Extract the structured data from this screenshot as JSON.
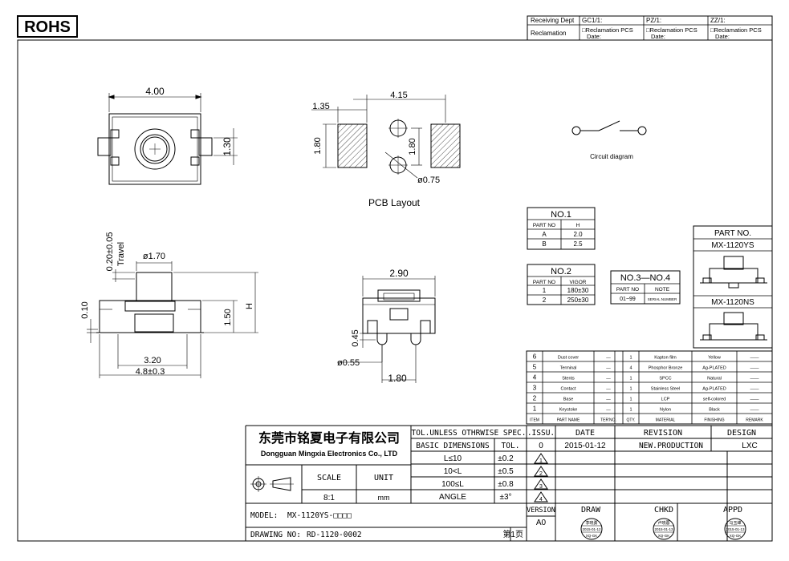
{
  "rohs": "ROHS",
  "receiving": {
    "dept_label": "Receiving Dept",
    "gc": "GC1/1:",
    "pz": "PZ/1:",
    "zz": "ZZ/1:",
    "reclamation_label": "Reclamation",
    "recl_pcs": "□Reclamation  PCS",
    "recl_date": "Date:"
  },
  "dims_top": {
    "width": "4.00",
    "height": "1.30"
  },
  "pcb": {
    "w1": "1.35",
    "w2": "4.15",
    "h1": "1.80",
    "h2": "1.80",
    "dia": "ø0.75",
    "caption": "PCB Layout"
  },
  "circuit_caption": "Circuit diagram",
  "side": {
    "travel": "Travel",
    "stroke": "0.20±0.05",
    "dia": "ø1.70",
    "h010": "0.10",
    "h150": "1.50",
    "h": "H",
    "w320": "3.20",
    "w48": "4.8±0.3"
  },
  "front": {
    "w290": "2.90",
    "h045": "0.45",
    "dia055": "ø0.55",
    "w180": "1.80"
  },
  "no1": {
    "title": "NO.1",
    "headers": [
      "PART NO",
      "H"
    ],
    "rows": [
      [
        "A",
        "2.0"
      ],
      [
        "B",
        "2.5"
      ]
    ]
  },
  "no2": {
    "title": "NO.2",
    "headers": [
      "PART NO",
      "VIGOR"
    ],
    "rows": [
      [
        "1",
        "180±30"
      ],
      [
        "2",
        "250±30"
      ]
    ]
  },
  "no34": {
    "title": "NO.3—NO.4",
    "headers": [
      "PART NO",
      "NOTE"
    ],
    "rows": [
      [
        "01~99",
        "SERIAL NUMBER"
      ]
    ]
  },
  "partno": {
    "title": "PART NO.",
    "p1": "MX-1120YS",
    "p2": "MX-1120NS"
  },
  "bom": {
    "rows": [
      [
        "6",
        "Dust cover",
        "—",
        "1",
        "Kapton film",
        "Yellow",
        "——"
      ],
      [
        "5",
        "Terminal",
        "—",
        "4",
        "Phosphor Bronze",
        "Ag-PLATED",
        "——"
      ],
      [
        "4",
        "Stents",
        "—",
        "1",
        "SPCC",
        "Natural",
        "——"
      ],
      [
        "3",
        "Contact",
        "—",
        "1",
        "Stainless Steel",
        "Ag-PLATED",
        "——"
      ],
      [
        "2",
        "Base",
        "—",
        "1",
        "LCP",
        "self-colored",
        "——"
      ],
      [
        "1",
        "Keystoke",
        "—",
        "1",
        "Nylon",
        "Black",
        "——"
      ]
    ],
    "headers": [
      "ITEM",
      "PART NAME",
      "TER'NO.",
      "QTY.",
      "MATERIAL",
      "FINISHING",
      "REMARK"
    ]
  },
  "title_block": {
    "company_cn": "东莞市铭夏电子有限公司",
    "company_en": "Dongguan Mingxia Electronics Co., LTD",
    "tol_unless": "TOL.UNLESS OTHRWISE SPEC.",
    "basic_dim": "BASIC DIMENSIONS",
    "tol": "TOL.",
    "tol_rows": [
      [
        "L≤10",
        "±0.2"
      ],
      [
        "10<L",
        "±0.5"
      ],
      [
        "100≤L",
        "±0.8"
      ],
      [
        "ANGLE",
        "±3°"
      ]
    ],
    "issu": ".ISSU.",
    "date": "DATE",
    "revision": "REVISION",
    "design": "DESIGN",
    "rev_row": [
      "0",
      "2015-01-12",
      "NEW.PRODUCTION",
      "LXC"
    ],
    "tri_labels": [
      "1",
      "2",
      "3",
      "4"
    ],
    "scale": "SCALE",
    "unit": "UNIT",
    "scale_val": "8:1",
    "unit_val": "mm",
    "version": "VERSION",
    "version_val": "A0",
    "draw": "DRAW",
    "chkd": "CHKD",
    "appd": "APPD",
    "model_label": "MODEL:",
    "model_val": "MX-1120YS-□□□□",
    "drawing_label": "DRAWING NO:",
    "drawing_val": "RD-1120-0002",
    "page": "第1页",
    "stamps": [
      {
        "name": "李晓勇",
        "date": "2015-01-12",
        "dept": "XQ-GK"
      },
      {
        "name": "卢晓蓉",
        "date": "2015-01-13",
        "dept": "XQ-GK"
      },
      {
        "name": "马玉峰",
        "date": "2015-01-13",
        "dept": "XQ-GK"
      }
    ]
  }
}
